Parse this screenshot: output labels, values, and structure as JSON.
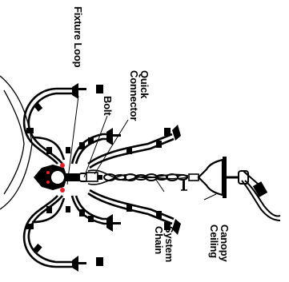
{
  "labels": {
    "fixture_loop": "Fixture Loop",
    "quick_connector_1": "Quick",
    "quick_connector_2": "Connector",
    "bolt": "Bolt",
    "chain_1": "Chain",
    "chain_2": "System",
    "ceiling_1": "Ceiling",
    "ceiling_2": "Canopy"
  },
  "colors": {
    "line": "#000000",
    "accent": "#e8202a",
    "background": "#ffffff"
  }
}
